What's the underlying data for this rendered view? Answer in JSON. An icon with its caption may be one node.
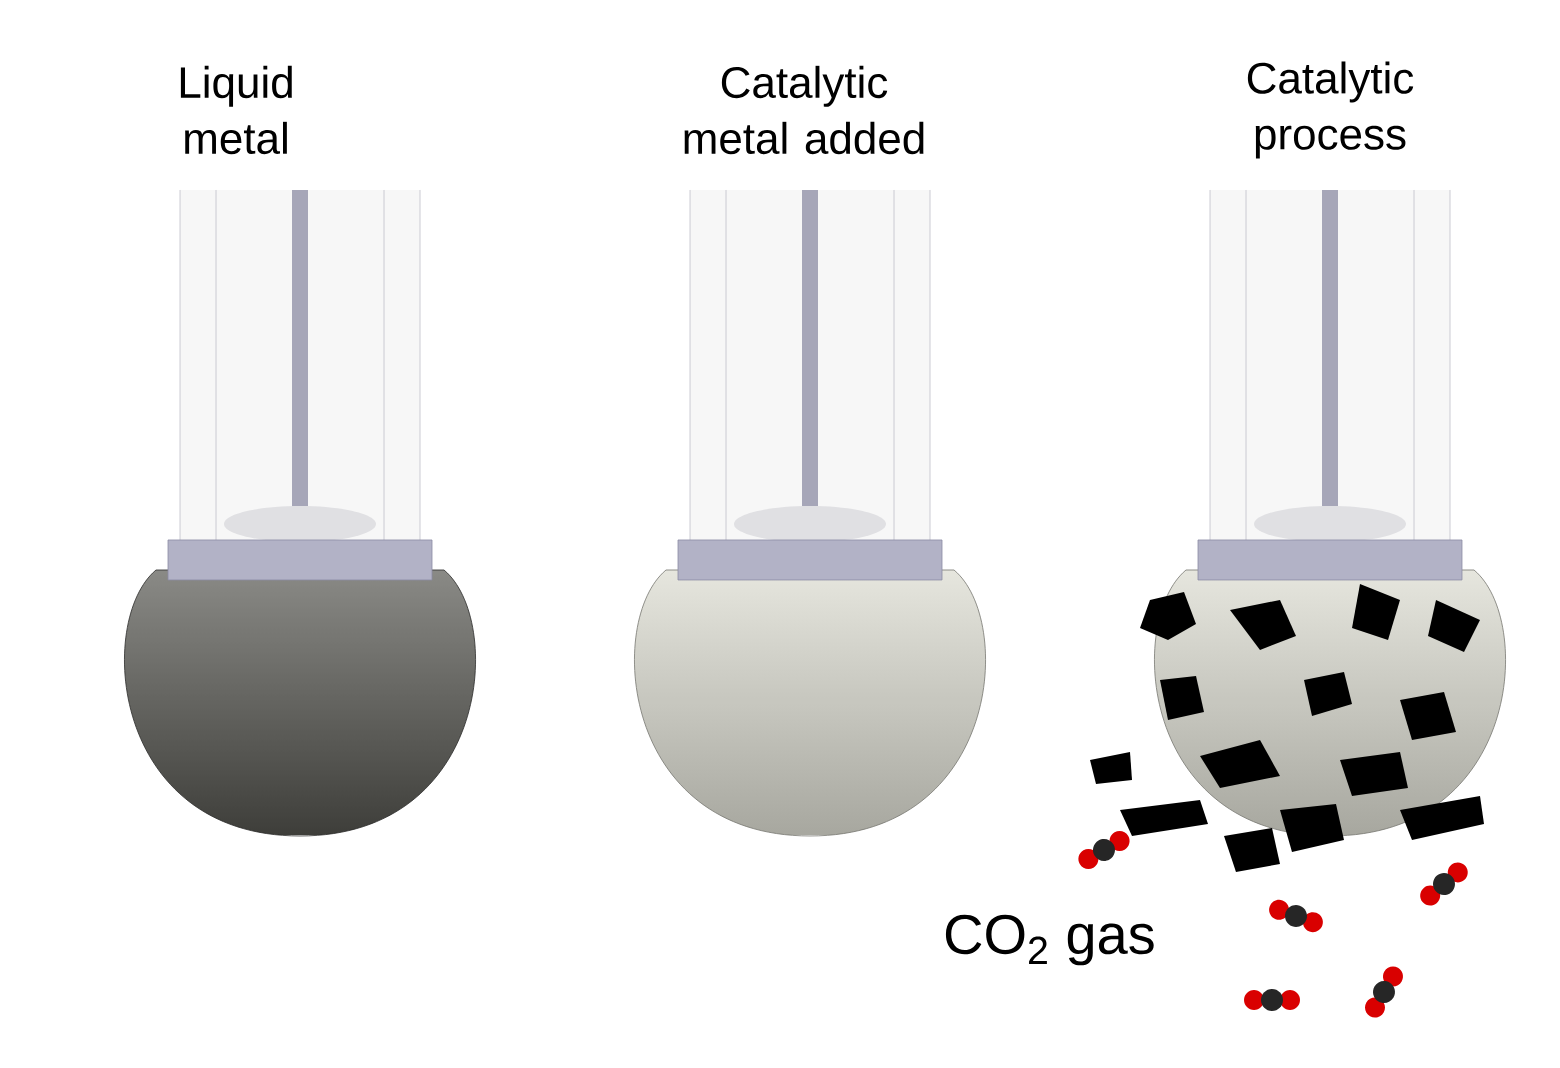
{
  "diagram": {
    "labels": [
      "Liquid metal",
      "Catalytic metal added",
      "Catalytic process",
      "CO$_{2}$ gas"
    ]
  }
}
